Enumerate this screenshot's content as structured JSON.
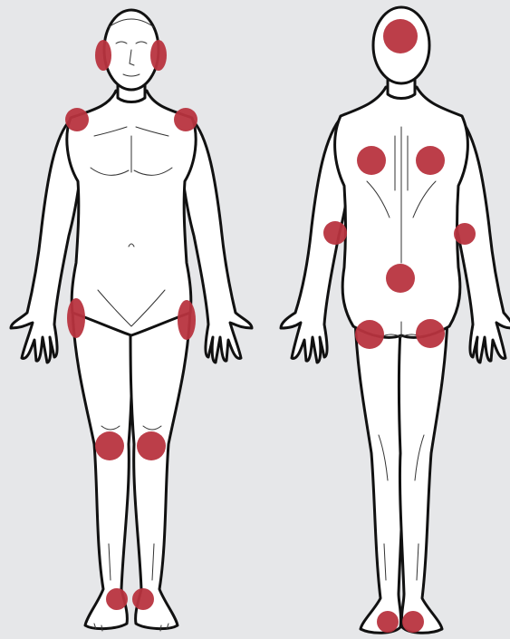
{
  "diagram": {
    "views": [
      "front",
      "back"
    ],
    "marker_color": "#b8343f",
    "background_color": "#e6e7e9",
    "skin_color": "#ffffff",
    "outline_color": "#111111"
  },
  "markers": {
    "front": [
      "left-ear",
      "right-ear",
      "left-shoulder",
      "right-shoulder",
      "left-hip",
      "right-hip",
      "left-knee",
      "right-knee",
      "left-ankle",
      "right-ankle"
    ],
    "back": [
      "head",
      "left-upper-back",
      "right-upper-back",
      "left-elbow",
      "right-elbow",
      "lower-back",
      "left-buttock",
      "right-buttock",
      "left-heel",
      "right-heel"
    ]
  }
}
